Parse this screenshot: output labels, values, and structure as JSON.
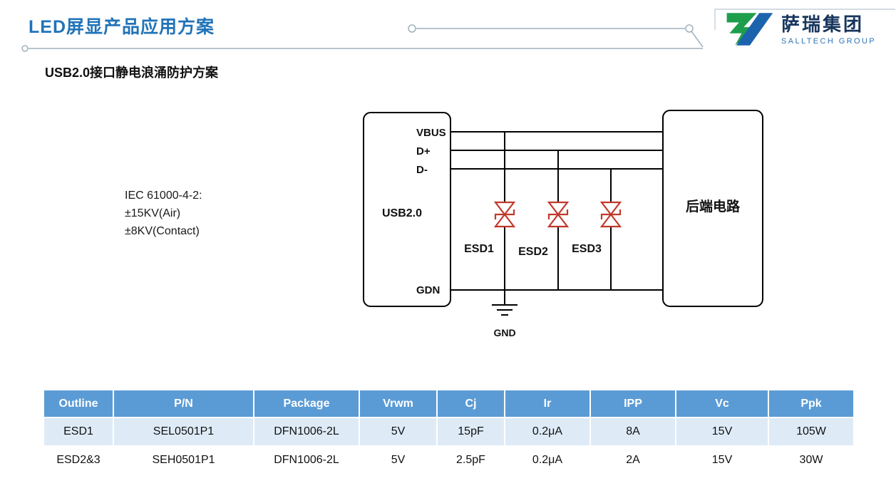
{
  "header": {
    "title": "LED屏显产品应用方案",
    "logo_cn": "萨瑞集团",
    "logo_en": "SALLTECH GROUP"
  },
  "subtitle": "USB2.0接口静电浪涌防护方案",
  "diagram": {
    "iec_note": {
      "line1": "IEC 61000-4-2:",
      "line2": "±15KV(Air)",
      "line3": "±8KV(Contact)"
    },
    "usb_label": "USB2.0",
    "pin_vbus": "VBUS",
    "pin_dplus": "D+",
    "pin_dminus": "D-",
    "pin_gdn": "GDN",
    "backend_label": "后端电路",
    "esd1": "ESD1",
    "esd2": "ESD2",
    "esd3": "ESD3",
    "gnd": "GND"
  },
  "table": {
    "headers": [
      "Outline",
      "P/N",
      "Package",
      "Vrwm",
      "Cj",
      "Ir",
      "IPP",
      "Vc",
      "Ppk"
    ],
    "rows": [
      [
        "ESD1",
        "SEL0501P1",
        "DFN1006-2L",
        "5V",
        "15pF",
        "0.2μA",
        "8A",
        "15V",
        "105W"
      ],
      [
        "ESD2&3",
        "SEH0501P1",
        "DFN1006-2L",
        "5V",
        "2.5pF",
        "0.2μA",
        "2A",
        "15V",
        "30W"
      ]
    ]
  },
  "colors": {
    "title_blue": "#2173B8",
    "table_header_blue": "#5B9BD5",
    "table_band_blue": "#DEEBF7",
    "diode_red": "#C0392B",
    "logo_green": "#1E9E4C",
    "logo_blue": "#1C63AE",
    "logo_text_navy": "#17365D",
    "logo_sub_blue": "#2E75B6"
  }
}
